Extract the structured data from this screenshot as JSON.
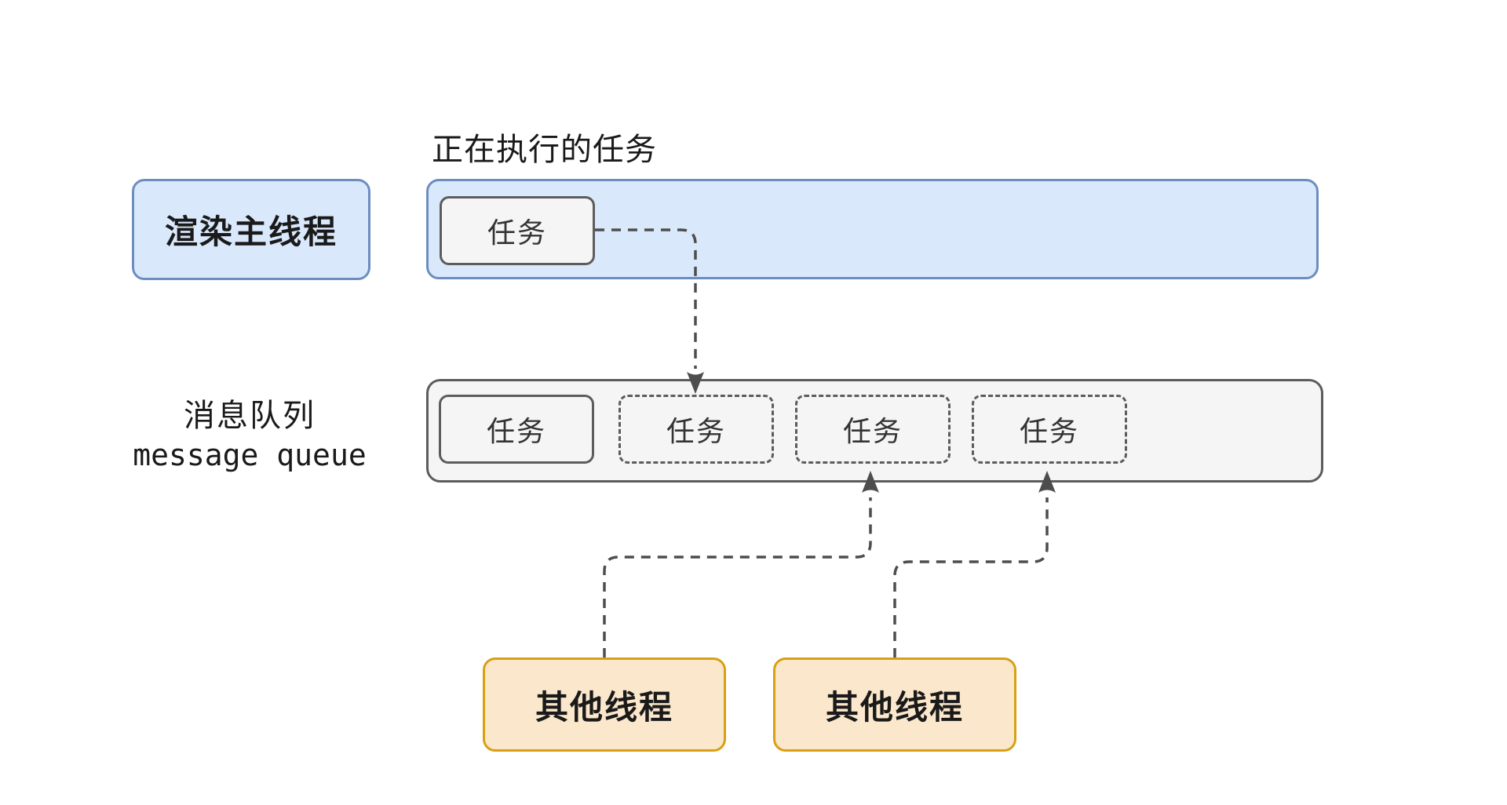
{
  "diagram": {
    "title": "正在执行的任务",
    "main_thread": {
      "label": "渲染主线程",
      "running_task": "任务"
    },
    "queue": {
      "label_line1": "消息队列",
      "label_line2": "message queue",
      "tasks": [
        {
          "label": "任务",
          "style": "solid"
        },
        {
          "label": "任务",
          "style": "dashed"
        },
        {
          "label": "任务",
          "style": "dashed"
        },
        {
          "label": "任务",
          "style": "dashed"
        }
      ]
    },
    "other_threads": [
      {
        "label": "其他线程"
      },
      {
        "label": "其他线程"
      }
    ],
    "colors": {
      "thread_fill": "#dae8fc",
      "thread_stroke": "#6c8ebf",
      "queue_fill": "#f5f5f5",
      "queue_stroke": "#5c5c5c",
      "other_thread_fill": "#fbe7cb",
      "other_thread_stroke": "#d9a013",
      "connector": "#4d4d4d",
      "text": "#1a1a1a"
    }
  }
}
